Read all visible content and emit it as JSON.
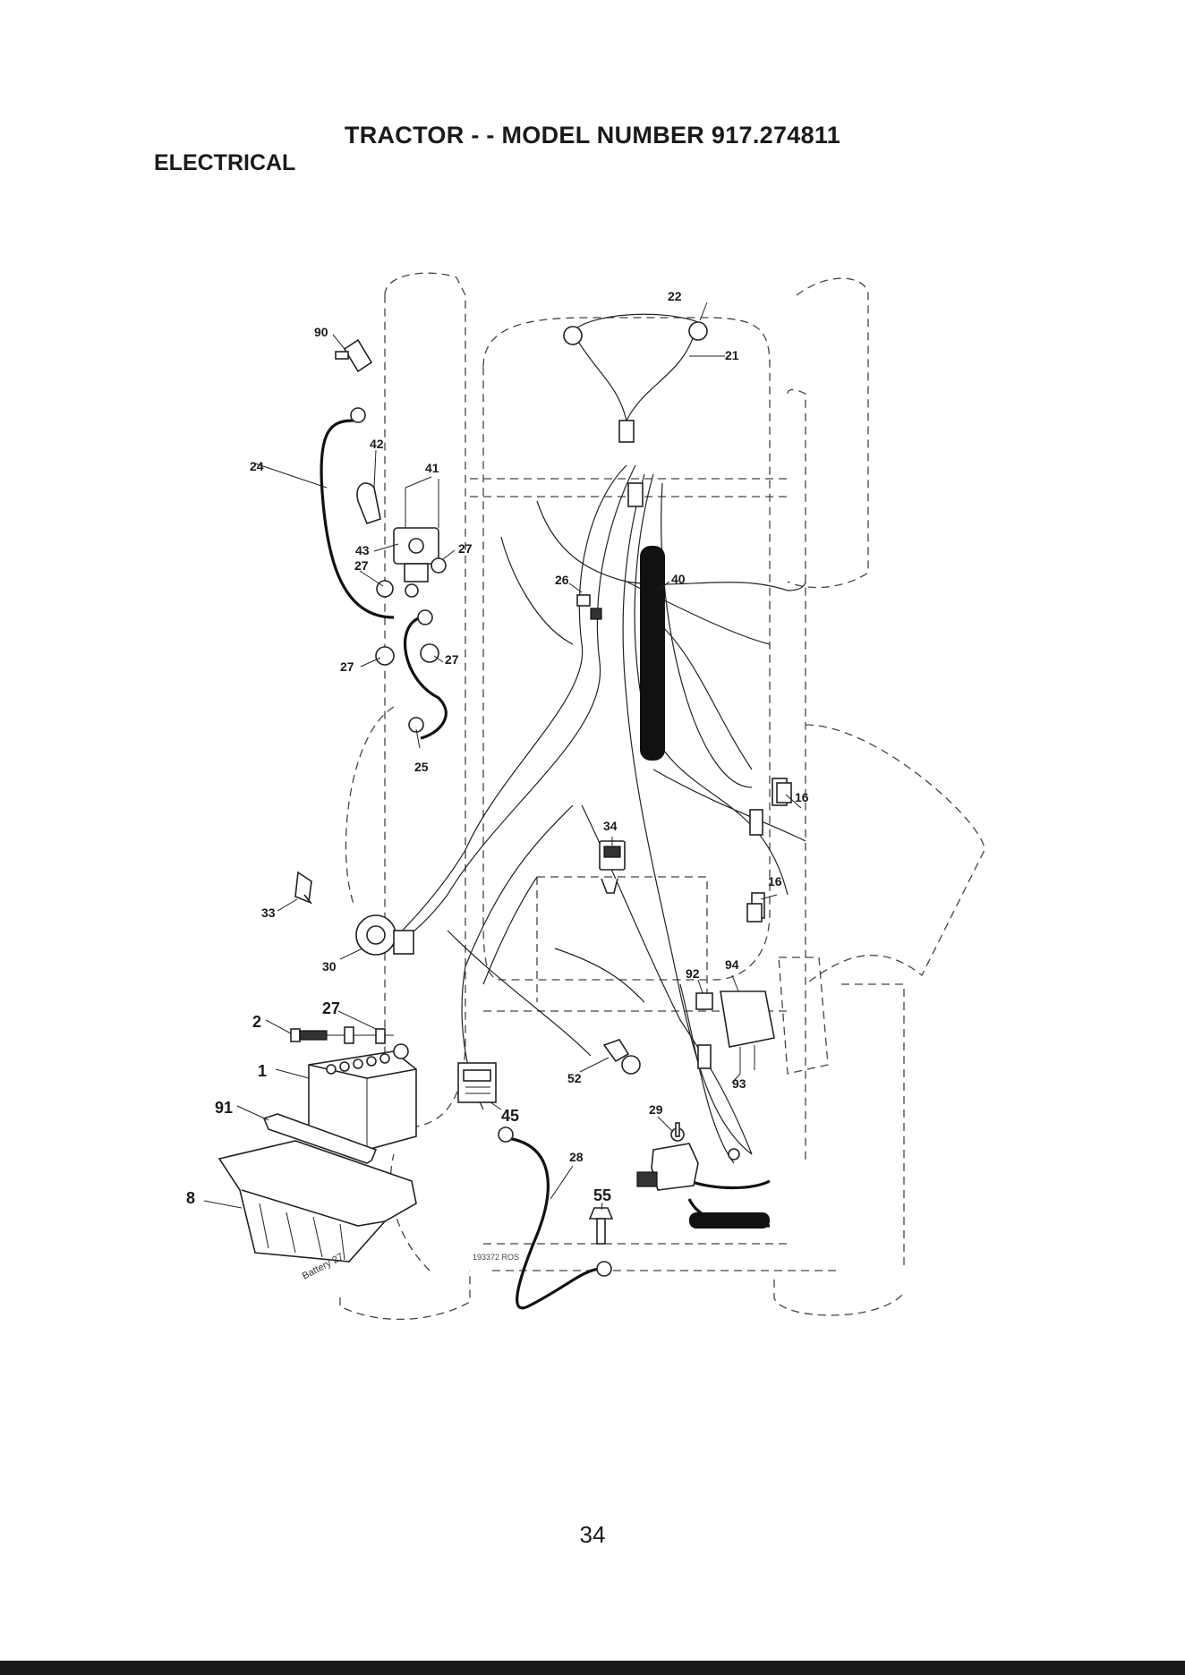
{
  "header": {
    "title": "TRACTOR - - MODEL NUMBER 917.274811",
    "section": "ELECTRICAL"
  },
  "callouts": {
    "c22": "22",
    "c21": "21",
    "c90": "90",
    "c24": "24",
    "c42": "42",
    "c41": "41",
    "c43": "43",
    "c27a": "27",
    "c27b": "27",
    "c27c": "27",
    "c27d": "27",
    "c27e": "27",
    "c26": "26",
    "c40": "40",
    "c25": "25",
    "c16a": "16",
    "c16b": "16",
    "c34": "34",
    "c33": "33",
    "c30": "30",
    "c92": "92",
    "c94": "94",
    "c2": "2",
    "c1": "1",
    "c93": "93",
    "c52": "52",
    "c91": "91",
    "c45": "45",
    "c29": "29",
    "c28": "28",
    "c8": "8",
    "c55": "55"
  },
  "battery_label": "Battery 27",
  "drawing_number": "193372 ROS",
  "footer": {
    "page_number": "34"
  }
}
